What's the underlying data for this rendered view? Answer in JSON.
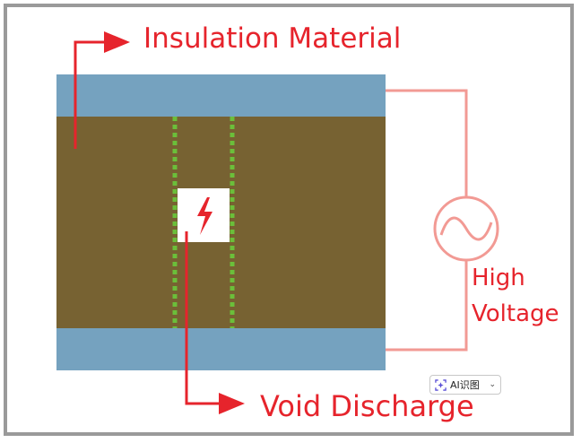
{
  "labels": {
    "insulation": "Insulation Material",
    "void_discharge": "Void Discharge",
    "high": "High",
    "voltage": "Voltage"
  },
  "badge": {
    "text": "AI识图"
  },
  "colors": {
    "frame": "#9a9a9a",
    "electrode": "#75a2bf",
    "insulation": "#776232",
    "field_lines": "#6bbf3a",
    "accent_red": "#e6242c",
    "circuit": "#f29a94"
  },
  "icons": {
    "spark": "lightning-bolt-icon",
    "source": "ac-source-icon",
    "badge": "scan-sparkle-icon",
    "dropdown": "chevron-down-icon"
  }
}
